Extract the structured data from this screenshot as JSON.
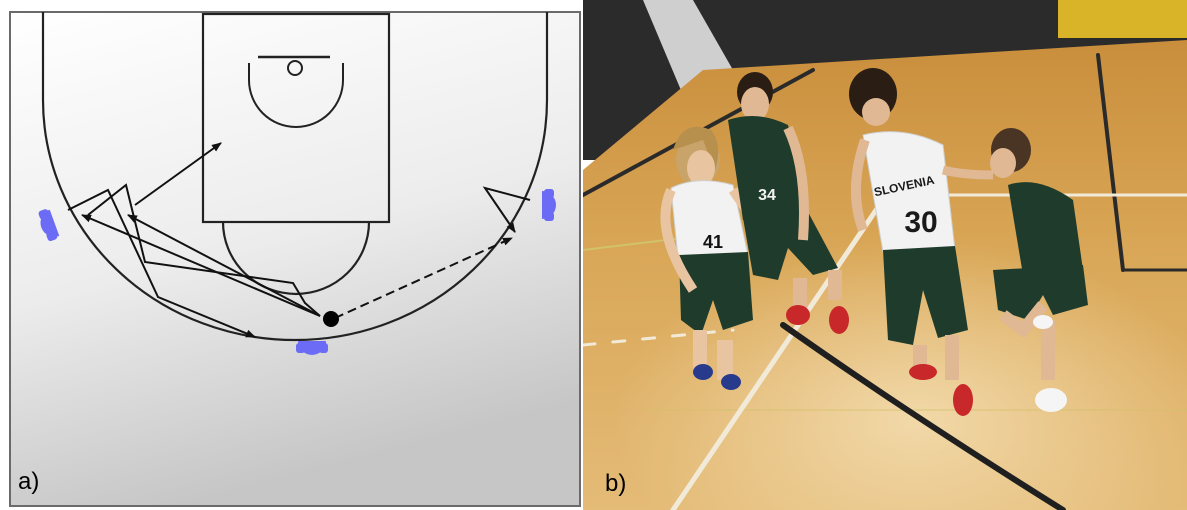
{
  "panels": [
    {
      "label": "a)"
    },
    {
      "label": "b)"
    }
  ],
  "jerseys": {
    "girl": "41",
    "boy_dark": "34",
    "boy_white_number": "30",
    "boy_white_text": "SLOVENIA"
  },
  "colors": {
    "court_gradient_top": "#ffffff",
    "court_gradient_bottom": "#c9c9c9",
    "player_marker": "#6b6bf5",
    "ball": "#000000",
    "floor": "#d4a45a",
    "wall": "#2b2b2b",
    "jersey_dark": "#1f3b2c",
    "jersey_white": "#f2f2f2",
    "shoe_red": "#c8282a"
  },
  "icons": [
    "player-marker-icon",
    "ball-icon"
  ]
}
